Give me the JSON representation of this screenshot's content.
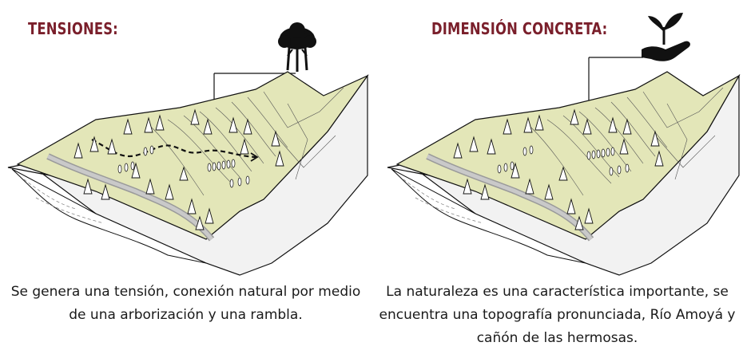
{
  "panels": [
    {
      "title": "TENSIONES:",
      "icon": "tree-icon",
      "caption_lines": [
        "Se genera una tensión, conexión natural por medio",
        "de una arborización y una rambla."
      ]
    },
    {
      "title": "DIMENSIÓN CONCRETA:",
      "icon": "plant-in-hand-icon",
      "caption_lines": [
        "La naturaleza es una característica importante, se",
        "encuentra una topografía pronunciada, Río Amoyá y",
        "cañón de las hermosas."
      ]
    }
  ],
  "colors": {
    "title": "#7a1f2b",
    "terrain": "#e3e6b8",
    "river": "#c9c9c9",
    "ink": "#1a1a1a"
  }
}
